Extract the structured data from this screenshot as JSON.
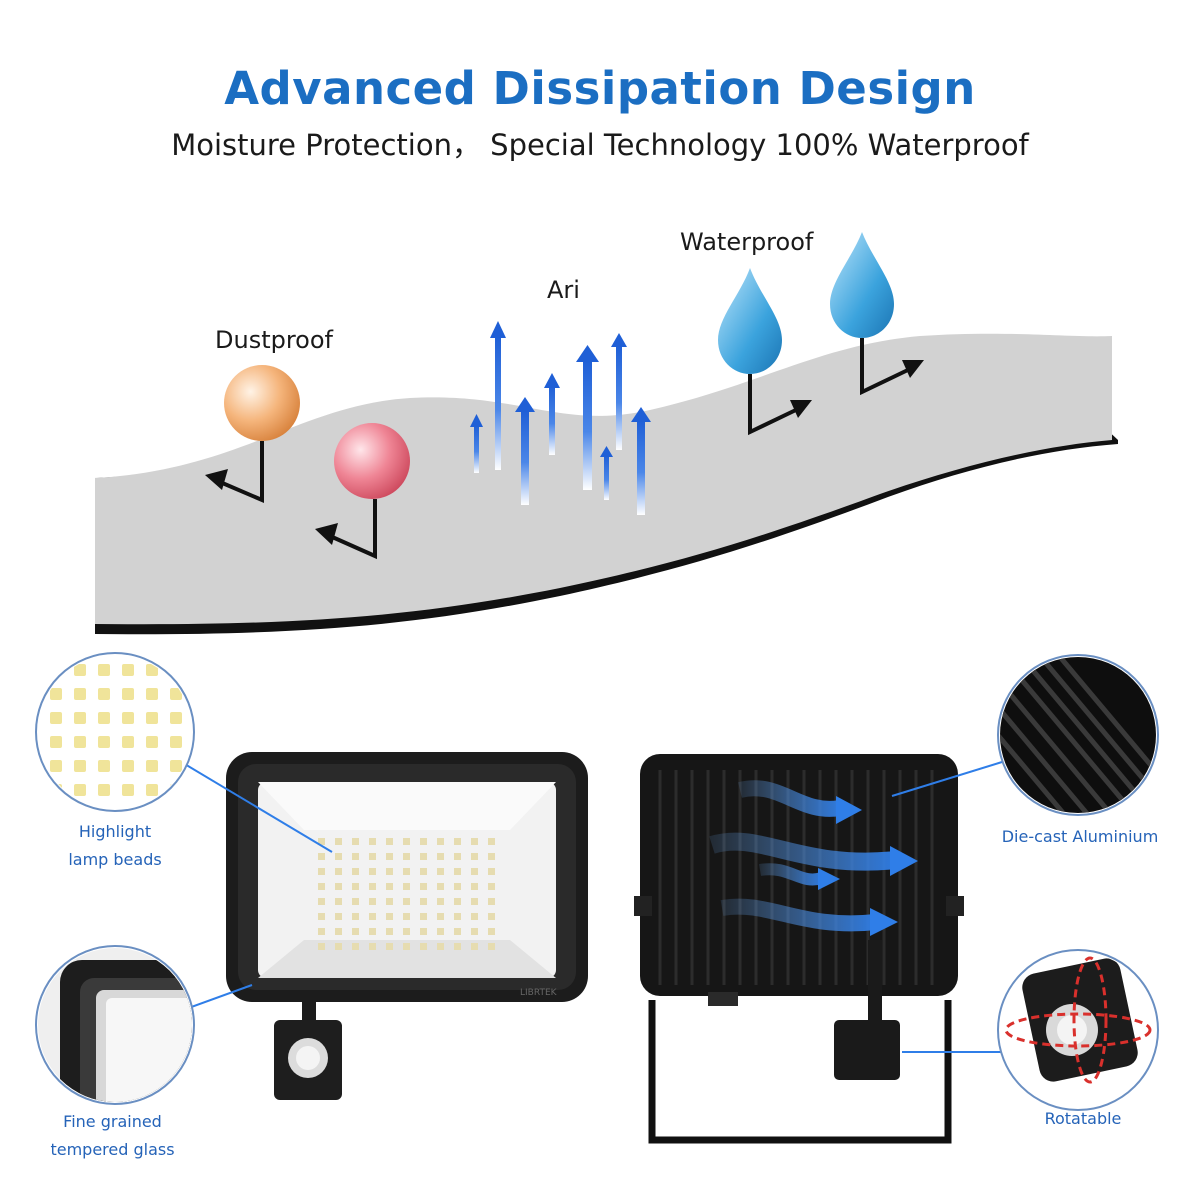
{
  "header": {
    "title": "Advanced Dissipation Design",
    "subtitle": "Moisture Protection，  Special Technology 100% Waterproof"
  },
  "diagram": {
    "dustproof_label": "Dustproof",
    "air_label": "Ari",
    "waterproof_label": "Waterproof"
  },
  "callouts": {
    "lamp_beads_line1": "Highlight",
    "lamp_beads_line2": "lamp beads",
    "glass_line1": "Fine grained",
    "glass_line2": "tempered glass",
    "aluminium": "Die-cast Aluminium",
    "rotatable": "Rotatable"
  },
  "colors": {
    "title_blue": "#1b6ec2",
    "callout_blue": "#2563b8",
    "arrow_blue": "#1f5fd6",
    "drop_blue": "#3ba3dd"
  }
}
